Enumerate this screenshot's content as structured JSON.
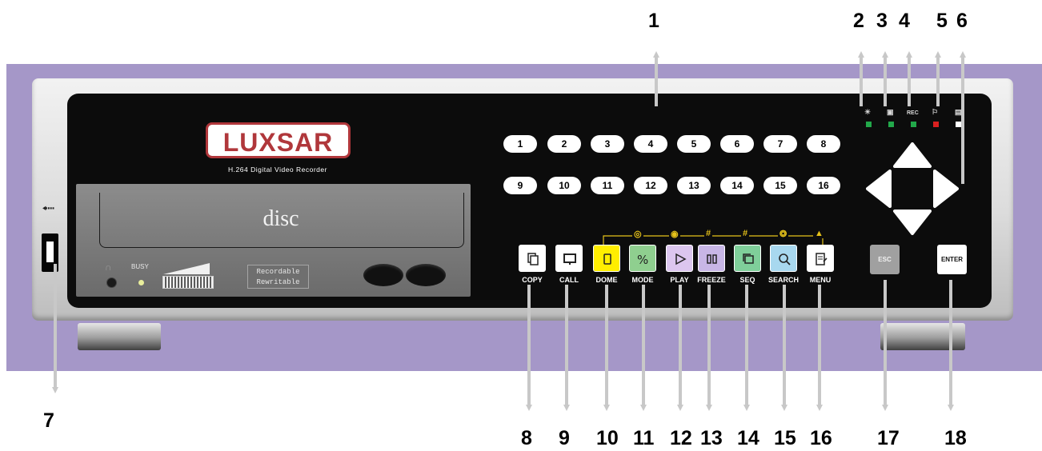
{
  "brand": {
    "logo": "LUXSAR",
    "subtitle": "H.264 Digital Video Recorder"
  },
  "drive": {
    "disc_label": "disc",
    "busy_label": "BUSY",
    "media_badge": [
      "Recordable",
      "Rewritable"
    ]
  },
  "camera_buttons": [
    "1",
    "2",
    "3",
    "4",
    "5",
    "6",
    "7",
    "8",
    "9",
    "10",
    "11",
    "12",
    "13",
    "14",
    "15",
    "16"
  ],
  "function_buttons": [
    {
      "label": "COPY",
      "icon": "copy-icon",
      "color": "#ffffff"
    },
    {
      "label": "CALL",
      "icon": "monitor-icon",
      "color": "#ffffff"
    },
    {
      "label": "DOME",
      "icon": "dome-icon",
      "color": "#ffee00"
    },
    {
      "label": "MODE",
      "icon": "mode-icon",
      "color": "#8fcf8f"
    },
    {
      "label": "PLAY",
      "icon": "play-icon",
      "color": "#dcc6ef"
    },
    {
      "label": "FREEZE",
      "icon": "freeze-icon",
      "color": "#c8b6e6"
    },
    {
      "label": "SEQ",
      "icon": "seq-icon",
      "color": "#7fcf9a"
    },
    {
      "label": "SEARCH",
      "icon": "search-icon",
      "color": "#a8d8ef"
    },
    {
      "label": "MENU",
      "icon": "menu-icon",
      "color": "#ffffff"
    }
  ],
  "keys": {
    "esc": {
      "label": "ESC",
      "color": "#a0a0a0"
    },
    "enter": {
      "label": "ENTER",
      "color": "#ffffff"
    }
  },
  "status": {
    "rec_label": "REC",
    "leds": [
      {
        "icon": "power-icon",
        "color": "#22a84a"
      },
      {
        "icon": "hdd-icon",
        "color": "#22a84a"
      },
      {
        "icon": "rec-icon",
        "color": "#22a84a"
      },
      {
        "icon": "alarm-icon",
        "color": "#d92020"
      },
      {
        "icon": "network-icon",
        "color": "#ffffff"
      }
    ]
  },
  "callouts": {
    "c1": "1",
    "c2": "2",
    "c3": "3",
    "c4": "4",
    "c5": "5",
    "c6": "6",
    "c7": "7",
    "c8": "8",
    "c9": "9",
    "c10": "10",
    "c11": "11",
    "c12": "12",
    "c13": "13",
    "c14": "14",
    "c15": "15",
    "c16": "16",
    "c17": "17",
    "c18": "18"
  },
  "colors": {
    "band": "#a597c8",
    "panel": "#0c0c0c",
    "logo_red": "#b0373b",
    "arrow": "#c8c8c8"
  }
}
